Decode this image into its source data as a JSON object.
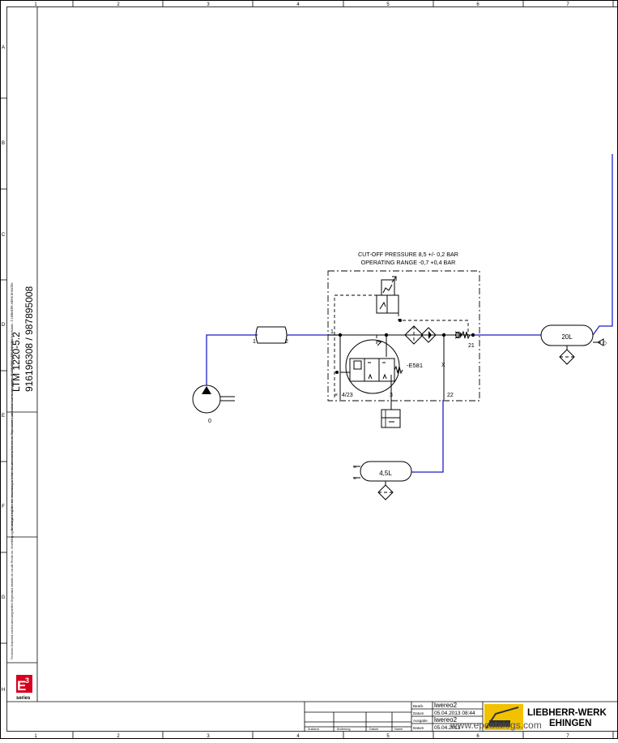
{
  "grid": {
    "columns": [
      "1",
      "2",
      "3",
      "4",
      "5",
      "6",
      "7"
    ],
    "rows": [
      "A",
      "B",
      "C",
      "D",
      "E",
      "F",
      "G",
      "H"
    ]
  },
  "side_panel": {
    "model": "LTM 1220-5.2",
    "numbers": "916196308  /  987895008",
    "copyright_en": "We reserve all rights in this document and in the information contained therein. Reproduction, use or disclosure to third parties without express authority is strictly forbidden. © LIEBHERR-WERK EHINGEN",
    "copyright_de": "Für dieses Dokument und den darin dargestellten Gegenstand behalten wir uns alle Rechte vor. Vervielfältigung, Bekanntgabe an Dritte oder Verwendung außerhalb des vereinbarten Zweckes sind ohne unsere ausdrückliche Zustimmung verboten. © LIEBHERR-WERK EHINGEN",
    "logo_text": "series"
  },
  "diagram": {
    "annotation_line1": "CUT-OFF PRESSURE  8,5 +/- 0,2 BAR",
    "annotation_line2": "OPERATING RANGE  -0,7 +0,4 BAR",
    "valve_id": "-E581",
    "ports": {
      "p1": "1",
      "p21": "21",
      "p423": "4/23",
      "p3": "3",
      "p22": "22",
      "x": "X",
      "coupling_in": "1",
      "coupling_out": "2",
      "compressor": "0"
    },
    "tank_large": "20L",
    "tank_small": "4,5L"
  },
  "title_block": {
    "bearb_label": "Bearb.",
    "bearb_value": "lwereo2",
    "datum_label": "Datum",
    "datum_value": "05.04.2013  08:44",
    "ausgabe_label": "Ausgabe",
    "ausgabe_value": "lwereo2",
    "datum2_label": "Datum",
    "datum2_value": "05.04.2013",
    "rev_cols": [
      "Zustand",
      "Änderung",
      "Datum",
      "Name"
    ],
    "company_line1": "LIEBHERR-WERK",
    "company_line2": "EHINGEN",
    "watermark": "www.epcatalogs.com"
  },
  "colors": {
    "pipe": "#1f1fc8",
    "line": "#000000",
    "logo_red": "#d8001c",
    "company_yellow": "#f2c200"
  }
}
